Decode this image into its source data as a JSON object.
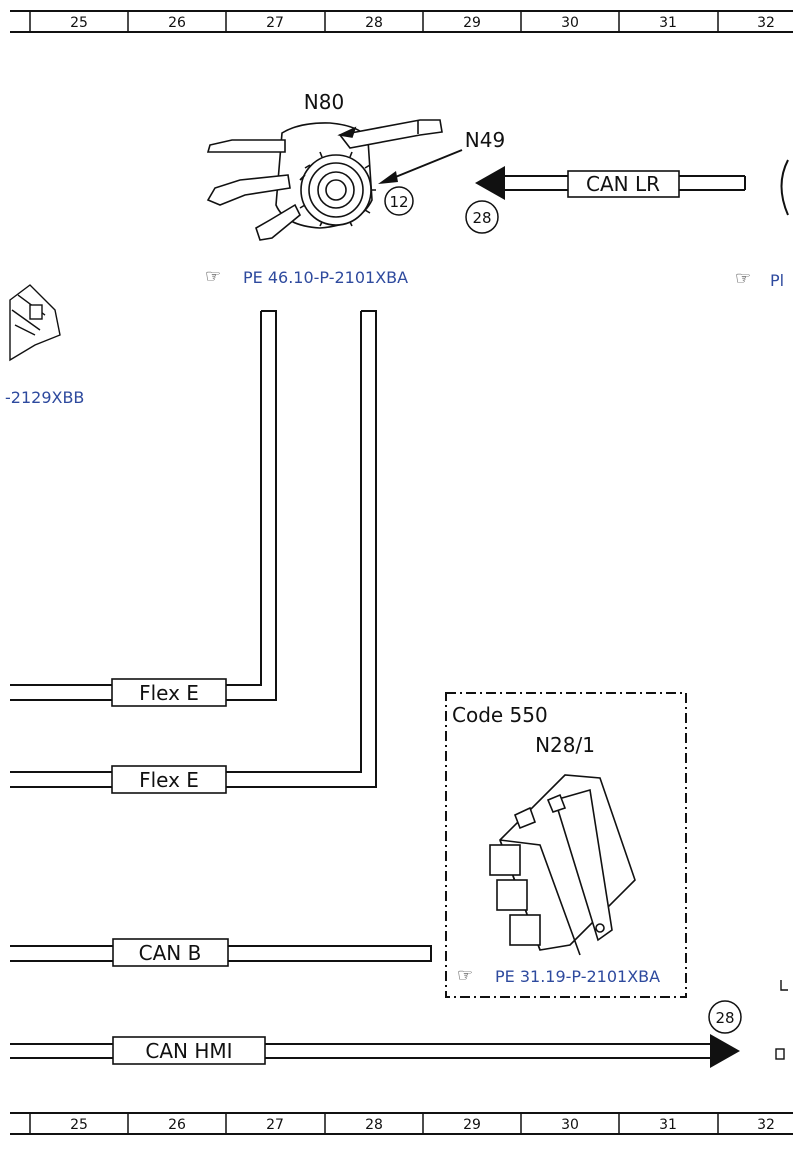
{
  "ruler": {
    "columns": [
      "25",
      "26",
      "27",
      "28",
      "29",
      "30",
      "31",
      "32"
    ]
  },
  "components": {
    "n80": {
      "label": "N80",
      "ref": "PE 46.10-P-2101XBA",
      "callout_label": "N49",
      "connector_number": "12"
    },
    "left_partial": {
      "ref_text": "-2129XBB"
    },
    "right_partial": {
      "ref_text": "Pl"
    },
    "n28_1": {
      "code_label": "Code 550",
      "label": "N28/1",
      "ref": "PE 31.19-P-2101XBA"
    }
  },
  "buses": {
    "can_lr": {
      "label": "CAN LR",
      "marker": "28"
    },
    "flex_e_1": {
      "label": "Flex E"
    },
    "flex_e_2": {
      "label": "Flex E"
    },
    "can_b": {
      "label": "CAN B"
    },
    "can_hmi": {
      "label": "CAN HMI",
      "marker": "28"
    }
  },
  "colors": {
    "link": "#2e4a9e",
    "line": "#111111"
  }
}
